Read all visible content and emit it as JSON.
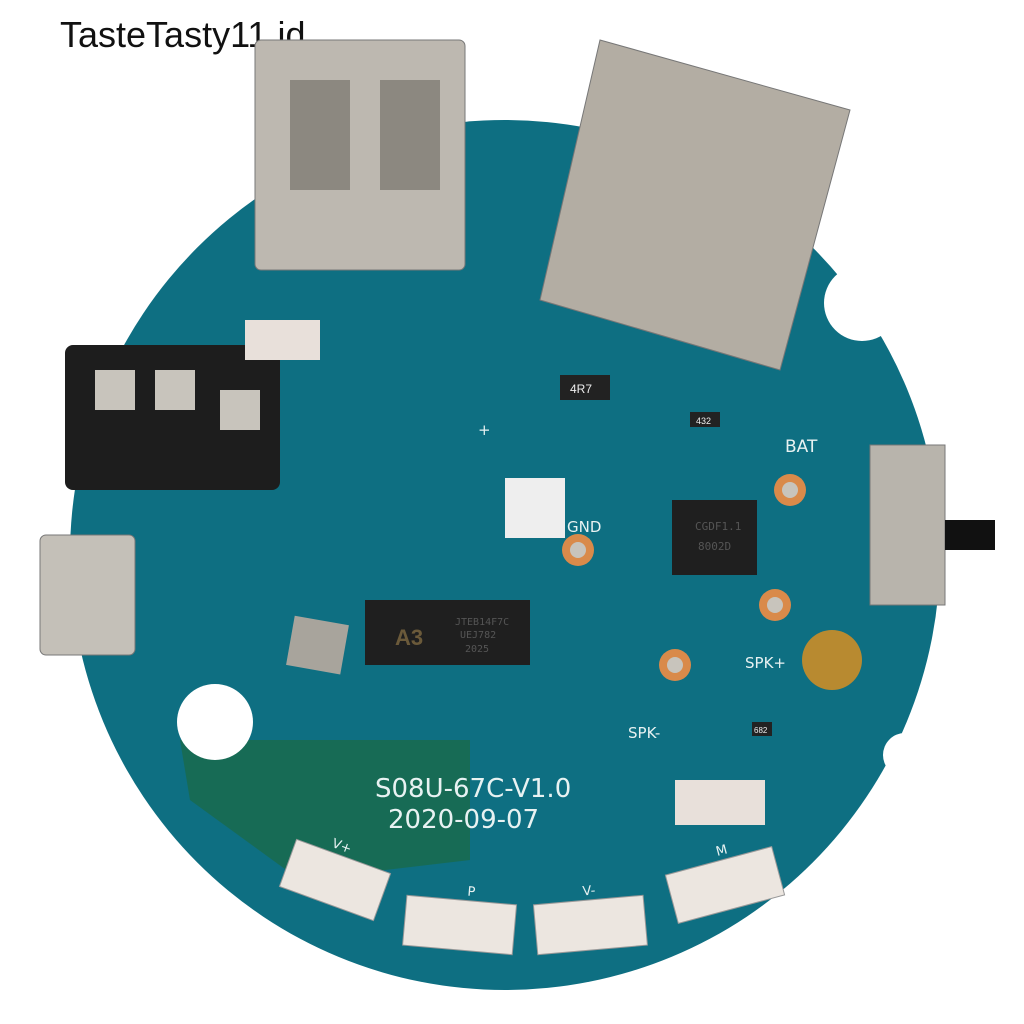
{
  "watermark": "TasteTasty11.id",
  "board": {
    "model": "S08U-67C-V1.0",
    "date": "2020-09-07",
    "labels": {
      "bat": "BAT",
      "gnd": "GND",
      "spk_plus": "SPK+",
      "spk_minus": "SPK-",
      "plus": "+"
    },
    "buttons": [
      "V+",
      "P",
      "V-",
      "M"
    ],
    "resistor_4r7": "4R7",
    "resistor_432": "432",
    "resistor_682": "682",
    "main_chip": {
      "logo": "A3",
      "line1": "JTEB14F7C",
      "line2": "UEJ782",
      "line3": "2025"
    },
    "amp_chip": {
      "line1": "CGDF1.1",
      "line2": "8002D"
    },
    "colors": {
      "pcb": "#0e6f82",
      "pcb_dark": "#0a5a52",
      "copper": "#d98a4a",
      "metal": "#b8b4ac"
    }
  }
}
